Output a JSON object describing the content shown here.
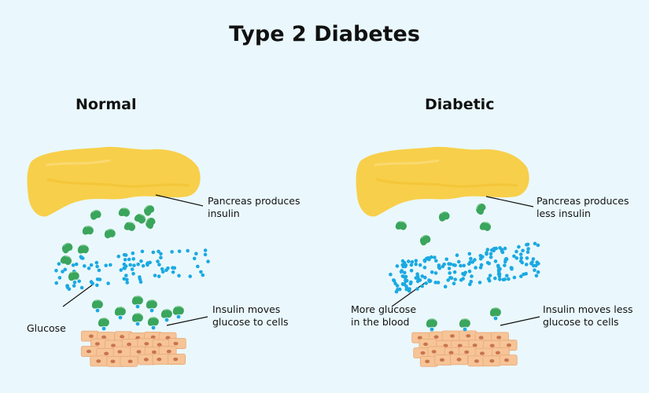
{
  "title": "Type 2 Diabetes",
  "panels": {
    "normal": {
      "heading": "Normal",
      "pancreas_label": "Pancreas produces\ninsulin",
      "glucose_label": "Glucose",
      "cells_label": "Insulin moves\nglucose to cells"
    },
    "diabetic": {
      "heading": "Diabetic",
      "pancreas_label": "Pancreas produces\nless insulin",
      "blood_label": "More glucose\nin the blood",
      "cells_label": "Insulin moves less\nglucose to cells"
    }
  },
  "colors": {
    "background": "#eaf8fd",
    "pancreas": "#f7cf4a",
    "insulin": "#3aa55c",
    "glucose": "#1ba9e1",
    "cells": "#f6c497",
    "cell_nucleus": "#c8744c",
    "leader_line": "#111111"
  },
  "icons": [
    "pancreas-icon",
    "insulin-icon",
    "glucose-icon",
    "cell-icon"
  ]
}
